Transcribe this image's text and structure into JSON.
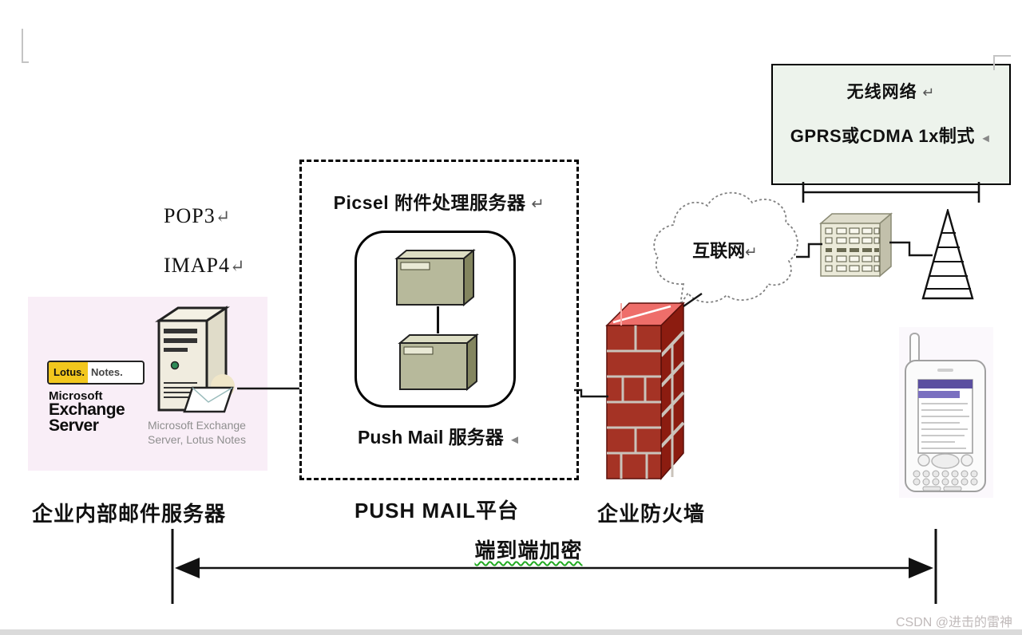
{
  "watermark": "CSDN @进击的雷神",
  "wireless_box": {
    "line1": "无线网络",
    "line1_mark": "↵",
    "line2": "GPRS或CDMA 1x制式",
    "line2_mark": "◄"
  },
  "labels": {
    "pop3": "POP3",
    "pop3_mark": "↵",
    "imap4": "IMAP4",
    "imap4_mark": "↵",
    "internet": "互联网",
    "internet_mark": "↵",
    "internal_mail_server": "企业内部邮件服务器",
    "push_mail_platform": "PUSH MAIL平台",
    "enterprise_firewall": "企业防火墙",
    "end_to_end_encryption": "端到端加密"
  },
  "push_platform_box": {
    "title": "Picsel 附件处理服务器",
    "title_mark": "↵",
    "server_label": "Push Mail 服务器",
    "server_mark": "◄"
  },
  "exchange_panel": {
    "lotus_left": "Lotus.",
    "lotus_right": "Notes.",
    "brand_line1": "Microsoft",
    "brand_line2": "Exchange",
    "brand_line3": "Server",
    "caption_line1": "Microsoft Exchange",
    "caption_line2": "Server, Lotus Notes"
  },
  "colors": {
    "brick_front_red": "#a53325",
    "brick_side_red": "#8c1c10",
    "brick_top_pink": "#ee6e6a",
    "mortar_gray": "#cac3bb",
    "lotus_yellow": "#f2c71d",
    "wireless_bg": "#edf3ec",
    "panel_pink": "#f9eef7",
    "server_olive": "#b7b99b",
    "phone_screen_purple": "#5b4fa0",
    "wavy_underline_green": "#22aa22"
  }
}
